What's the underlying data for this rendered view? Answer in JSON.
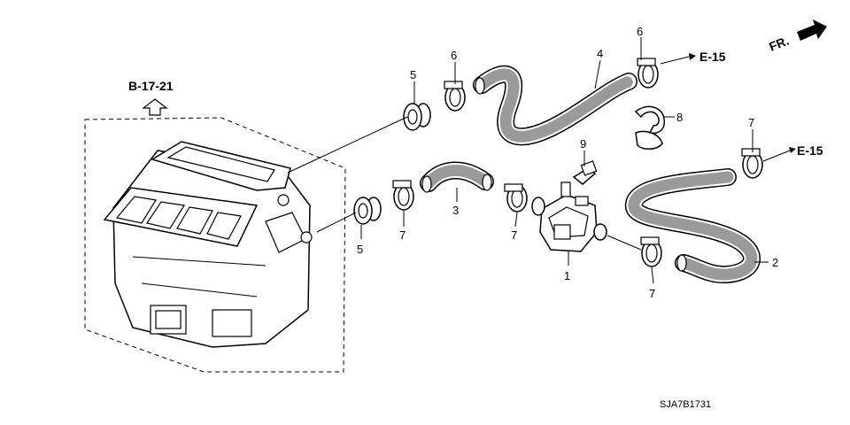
{
  "refs": {
    "top_ref": "B-17-21",
    "e15_upper": "E-15",
    "e15_lower": "E-15",
    "front": "FR."
  },
  "callouts": {
    "c1": "1",
    "c2": "2",
    "c3": "3",
    "c4": "4",
    "c5a": "5",
    "c5b": "5",
    "c6a": "6",
    "c6b": "6",
    "c7a": "7",
    "c7b": "7",
    "c7c": "7",
    "c7d": "7",
    "c8": "8",
    "c9": "9"
  },
  "diagram_code": "SJA7B1731",
  "icons": {
    "front_arrow": "front-arrow-icon",
    "up_arrow": "up-arrow-icon"
  }
}
